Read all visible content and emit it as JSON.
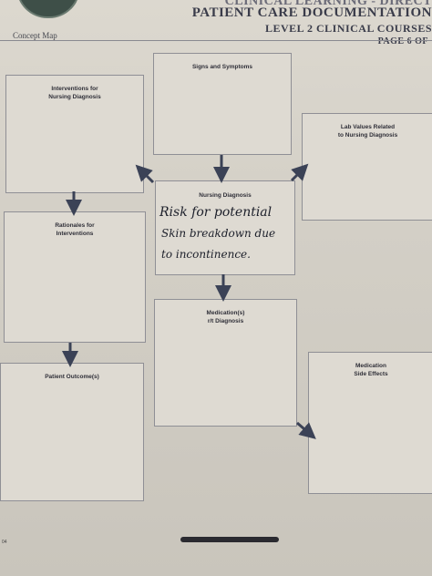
{
  "header": {
    "line1": "CLINICAL LEARNING - DIRECT",
    "line2": "PATIENT CARE DOCUMENTATION",
    "line3": "LEVEL 2 CLINICAL COURSES",
    "page": "PAGE 6 OF",
    "concept_map": "Concept Map"
  },
  "boxes": {
    "signs": "Signs and Symptoms",
    "interventions": "Interventions for\nNursing Diagnosis",
    "lab_values": "Lab Values Related\nto Nursing Diagnosis",
    "nursing_diagnosis": "Nursing Diagnosis",
    "rationales": "Rationales for\nInterventions",
    "medications": "Medication(s)\nr/t Diagnosis",
    "outcomes": "Patient Outcome(s)",
    "side_effects": "Medication\nSide Effects"
  },
  "handwriting": {
    "line1": "Risk for potential",
    "line2": "Skin breakdown due",
    "line3": "to incontinence."
  },
  "footer": {
    "corner": "04"
  },
  "colors": {
    "arrow": "#3b4256"
  }
}
